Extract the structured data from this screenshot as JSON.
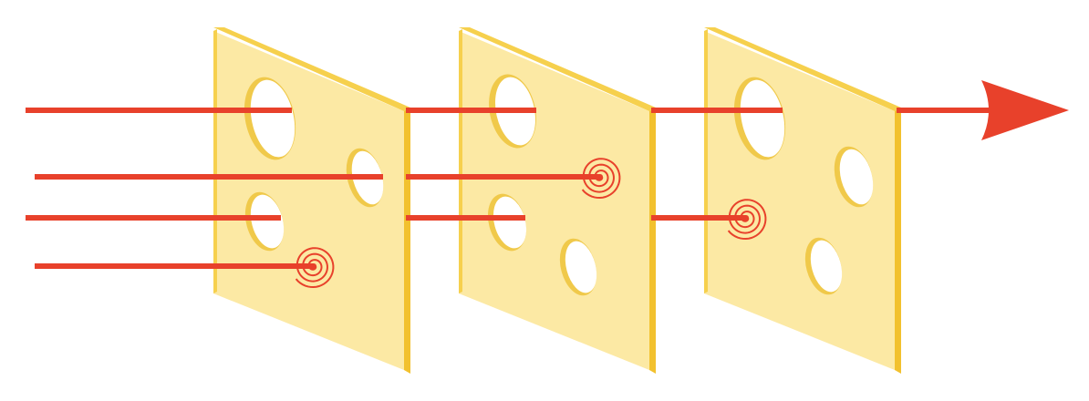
{
  "diagram": {
    "slice_count": 3,
    "colors": {
      "slice_face": "#FCE9A4",
      "slice_edge": "#F6D04D",
      "hole_fill": "#FFFFFF",
      "hole_rim": "#F0C94A",
      "ray": "#E8412B",
      "background": "#FFFFFF"
    },
    "rays": [
      {
        "id": "ray-1",
        "outcome": "passes-through-all-slices"
      },
      {
        "id": "ray-2",
        "outcome": "stopped-at-slice-2"
      },
      {
        "id": "ray-3",
        "outcome": "stopped-at-slice-3"
      },
      {
        "id": "ray-4",
        "outcome": "stopped-at-slice-1"
      }
    ],
    "icons": [
      "arrowhead-icon",
      "impact-spiral-icon"
    ]
  }
}
